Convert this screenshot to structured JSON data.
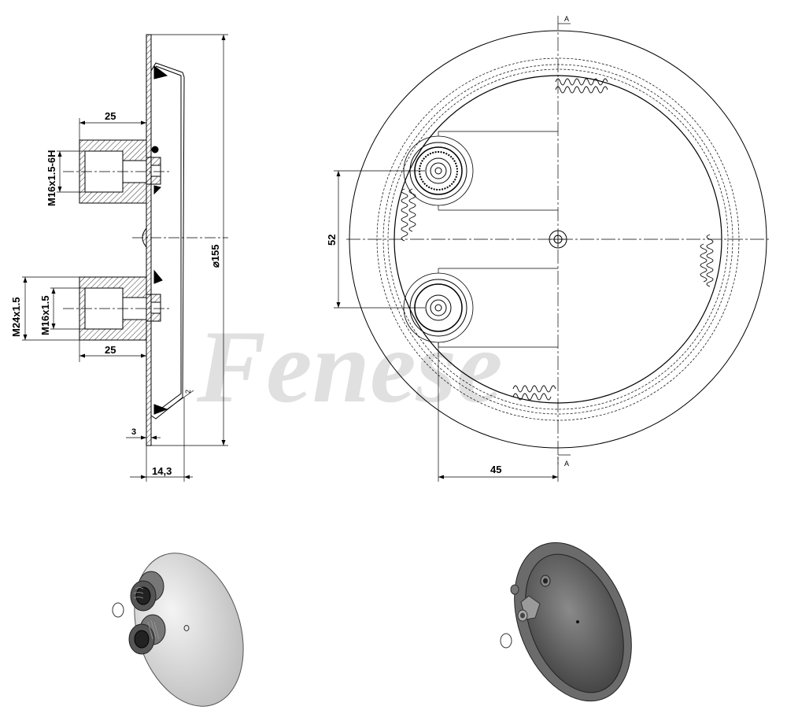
{
  "watermark": "Fenese",
  "side_view": {
    "dims": {
      "top_length": "25",
      "bottom_length": "25",
      "top_thread": "M16x1.5-6H",
      "outer_thread": "M24x1.5",
      "inner_thread": "M16x1.5",
      "diameter": "⌀155",
      "plate_thickness": "3",
      "depth": "14,3",
      "flange": "2"
    }
  },
  "front_view": {
    "dims": {
      "spacing": "52",
      "offset": "45"
    },
    "section_marks": [
      "A",
      "A"
    ]
  },
  "iso_views": [
    {
      "name": "front-isometric"
    },
    {
      "name": "back-isometric"
    }
  ]
}
